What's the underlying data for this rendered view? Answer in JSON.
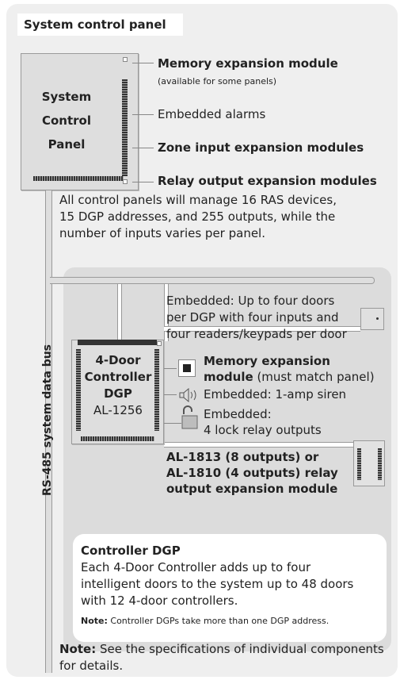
{
  "title": "System control panel",
  "system_panel": {
    "label_lines": [
      "System",
      "Control",
      "Panel"
    ],
    "callouts": {
      "memory": "Memory expansion module",
      "memory_note": "(available for some panels)",
      "embedded_alarms": "Embedded alarms",
      "zone_input": "Zone input expansion modules",
      "relay_output": "Relay output expansion modules"
    },
    "description_lines": [
      "All control panels will manage 16 RAS devices,",
      "15 DGP addresses, and 255 outputs, while the",
      "number of inputs varies per panel."
    ]
  },
  "bus_label": "RS-485 system data bus",
  "dgp": {
    "label_lines": [
      "4-Door",
      "Controller",
      "DGP"
    ],
    "model": "AL-1256",
    "embedded_doors_lines": [
      "Embedded: Up to four doors",
      "per DGP with four inputs and",
      "four readers/keypads per door"
    ],
    "memory_bold": "Memory expansion",
    "memory_bold2": "module",
    "memory_rest": " (must match panel)",
    "siren": "Embedded: 1-amp siren",
    "lock_lines": [
      "Embedded:",
      "4 lock relay outputs"
    ],
    "relay_module_lines": [
      "AL-1813 (8 outputs) or",
      "AL-1810 (4 outputs) relay",
      "output expansion module"
    ]
  },
  "controller_box": {
    "heading": "Controller DGP",
    "body_lines": [
      "Each 4-Door Controller adds up to four",
      "intelligent doors to the system up to 48 doors",
      "with 12 4-door controllers."
    ],
    "note_label": "Note:",
    "note_text": " Controller DGPs take more than one DGP address."
  },
  "footer": {
    "note_label": "Note:",
    "note_line1": " See the specifications of individual components",
    "note_line2": "for details."
  },
  "colors": {
    "panel_bg": "#efefef",
    "inner_bg": "#dcdcdc",
    "device_fill": "#dedede",
    "outline": "#9a9a9a"
  },
  "icons": [
    "memory-chip-icon",
    "siren-speaker-icon",
    "lock-icon"
  ]
}
